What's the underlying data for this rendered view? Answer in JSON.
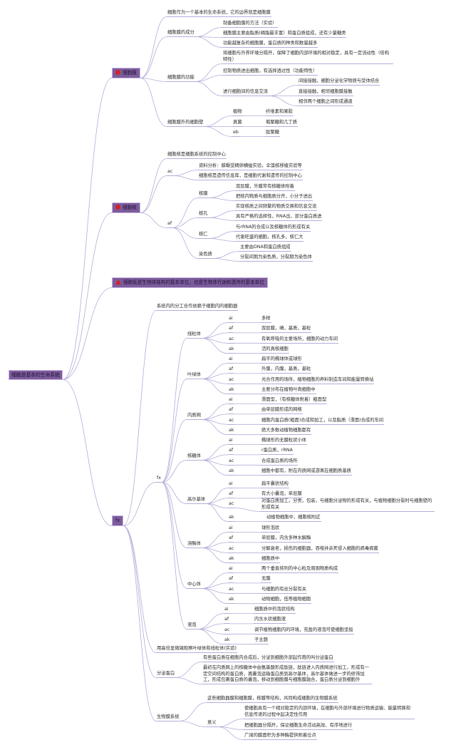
{
  "root": "细胞是基本的生命系统",
  "membrane": {
    "title": "细胞膜",
    "c1": "细胞作为一个基本的生命系统，它的边界就是细胞膜",
    "composition": "细胞膜的成分",
    "comp_items": [
      "制备细胞膜的方法（实验）",
      "细胞膜主要由脂质(磷脂最丰富）和蛋白质组成，还有少量糖类",
      "功能越复杂的细胞膜，蛋白质的种类和数量越多"
    ],
    "function": "细胞膜的功能",
    "func_items": [
      "将细胞与外界环境分隔开，保障了细胞内部环境的相对稳定，具有一定流动性（结构特性）",
      "控制物质进出细胞，有选择透过性（功能特性）",
      "进行细胞间的信息交流"
    ],
    "exchange_items": [
      "间接接触，细胞分泌化学物质与受体结合",
      "直接接触，相邻细胞膜接触",
      "相邻两个细胞之间形成通道"
    ],
    "wall": "细胞膜外的细胞壁",
    "wall_items": [
      "植物",
      "真菌",
      "eb"
    ],
    "wall_vals": [
      "纤维素和果胶",
      "葡聚糖和几丁质",
      "肽聚糖"
    ]
  },
  "nucleus": {
    "title": "细胞核",
    "c1": "细胞核是细胞系统的控制中心",
    "ac": "ac",
    "ac_items": [
      "资料分析：蝾螈受精卵横缢实验，伞藻核移植实验等",
      "细胞核是遗传信息库，是细胞代谢和遗传的控制中心"
    ],
    "af": "af",
    "parts": [
      "核膜",
      "核孔",
      "核仁",
      "染色质"
    ],
    "mem_items": [
      "双层膜，外膜常有核糖体附着",
      "把核内物质与细胞质分开，小分子进出"
    ],
    "pore_items": [
      "实现核质之间频繁的物质交换和信息交流",
      "具有严格的选择性，RNA出，部分蛋白质进"
    ],
    "nucleolus_items": [
      "与rRNA的合成以及核糖体的形成有关",
      "代谢旺盛的细胞，核孔多，核仁大"
    ],
    "chrom_items": [
      "主要由DNA和蛋白质组成",
      "分裂间期为染色质，分裂期为染色体"
    ]
  },
  "unit": {
    "title": "细胞既是生物体结构的基本单位，也是生物体代谢和遗传的基本单位"
  },
  "fx": {
    "title": "fx",
    "c1": "系统内的分工合作依赖于细胞内的细胞器",
    "sub": "fx",
    "organelles": [
      {
        "name": "线粒体",
        "keys": [
          "ai",
          "af",
          "ac",
          "ak"
        ],
        "vals": [
          "多样",
          "双层膜，嵴，基质，基粒",
          "有氧呼吸的主要场所，细胞的动力车间",
          "活的真核细胞"
        ]
      },
      {
        "name": "叶绿体",
        "keys": [
          "ai",
          "af",
          "ac",
          "ak"
        ],
        "vals": [
          "扁平的椭球体或球形",
          "外膜，内膜，基质，基粒",
          "光合作用的场所，植物细胞的养料制造车间和能量转换站",
          "主要分布在植物叶肉细胞中"
        ]
      },
      {
        "name": "内质网",
        "keys": [
          "ai",
          "af",
          "ac",
          "ak"
        ],
        "vals": [
          "滑面型，（有核糖体附着）粗面型",
          "由单层膜形成的网络",
          "细胞内蛋白质(粗面)合成和加工，以及脂质（滑面)合成的车间",
          "绝大多数动植物细胞都有"
        ]
      },
      {
        "name": "核糖体",
        "keys": [
          "ai",
          "af",
          "ac",
          "ak"
        ],
        "vals": [
          "椭球形的无膜粒状小体",
          "r蛋白质，rRNA",
          "合成蛋白质的场所",
          "细胞中都有，附在内质网或游离在细胞质基质"
        ]
      },
      {
        "name": "高尔基体",
        "keys": [
          "ai",
          "af",
          "ac",
          "ak"
        ],
        "vals": [
          "扁平囊状结构",
          "有大小囊泡，单层膜",
          "对蛋白质加工，分类，包装，与细胞分泌物的形成有关，与植物细胞分裂时与细胞壁的形成有关",
          "动植物细胞中，细胞核附近"
        ]
      },
      {
        "name": "溶酶体",
        "keys": [
          "ai",
          "af",
          "ac",
          "ak"
        ],
        "vals": [
          "球形泡状",
          "单层膜，内含多种水解酶",
          "分解衰老，损伤的细胞器，吞噬并杀死侵入细胞的病毒病菌",
          "细胞质中"
        ]
      },
      {
        "name": "中心体",
        "keys": [
          "ai",
          "af",
          "ac",
          "ak"
        ],
        "vals": [
          "两个垂直排列的中心粒及周围物质构成",
          "无膜",
          "与细胞的有丝分裂有关",
          "动物细胞，低等植物细胞"
        ]
      },
      {
        "name": "液泡",
        "keys": [
          "ai",
          "af",
          "ac",
          "ak"
        ],
        "vals": [
          "细胞质中的泡状结构",
          "内含水状细胞液",
          "调节植物细胞内的环境，充盈的液泡可使细胞坚挺",
          "子主题"
        ]
      }
    ],
    "observe": "用高倍显微镜观察叶绿体和线粒体(实验)",
    "secretory": "分泌蛋白",
    "secretory_items": [
      "有些蛋白质在细胞内合成后，分泌到细胞外部起作用的叫分泌蛋白",
      "最初在内质网上的核糖体中由氨基酸形成肽链，肽链进入内质网进行加工，形成有一定空间结构的蛋白质，再囊泡运输蛋白质到高尔基体，高尔基体做进一步的修饰加工，形成包裹蛋白质的囊泡，移动到细胞膜与细胞膜融合，蛋白质分泌到细胞外"
    ],
    "biomembrane": "生物膜系统",
    "bm_c1": "这些细胞器膜和细胞膜，核膜等结构，共同构成细胞的生物膜系统",
    "meaning": "意义",
    "meaning_items": [
      "使细胞具有一个相对稳定的内部环境，在细胞与外部环境进行物质运输、能量转换和信息传递的过程中起决定性作用",
      "把细胞器分隔开，保证细胞生命活动高效、有序地进行",
      "广阔的膜面积为多种酶提供附着位点"
    ]
  }
}
